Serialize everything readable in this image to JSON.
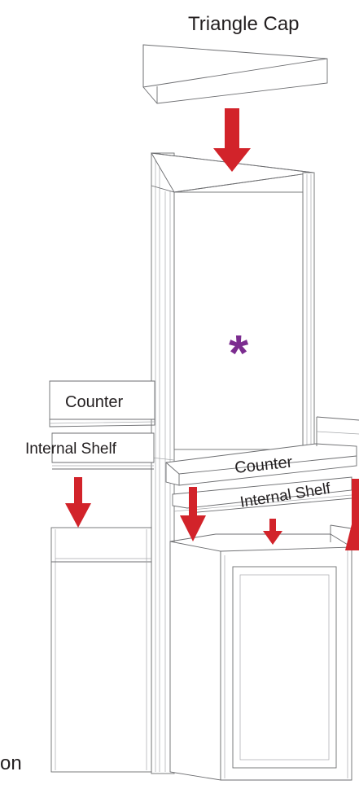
{
  "labels": {
    "triangle_cap": "Triangle Cap",
    "counter_left": "Counter",
    "internal_shelf_left": "Internal Shelf",
    "counter_right": "Counter",
    "internal_shelf_right": "Internal Shelf",
    "asterisk": "*",
    "partial_bottom": "on"
  },
  "colors": {
    "arrow": "#d2232a",
    "asterisk": "#7b2c8f",
    "line": "#6d6e71",
    "text": "#231f20"
  },
  "icons": {
    "arrow": "arrow-down-icon"
  }
}
